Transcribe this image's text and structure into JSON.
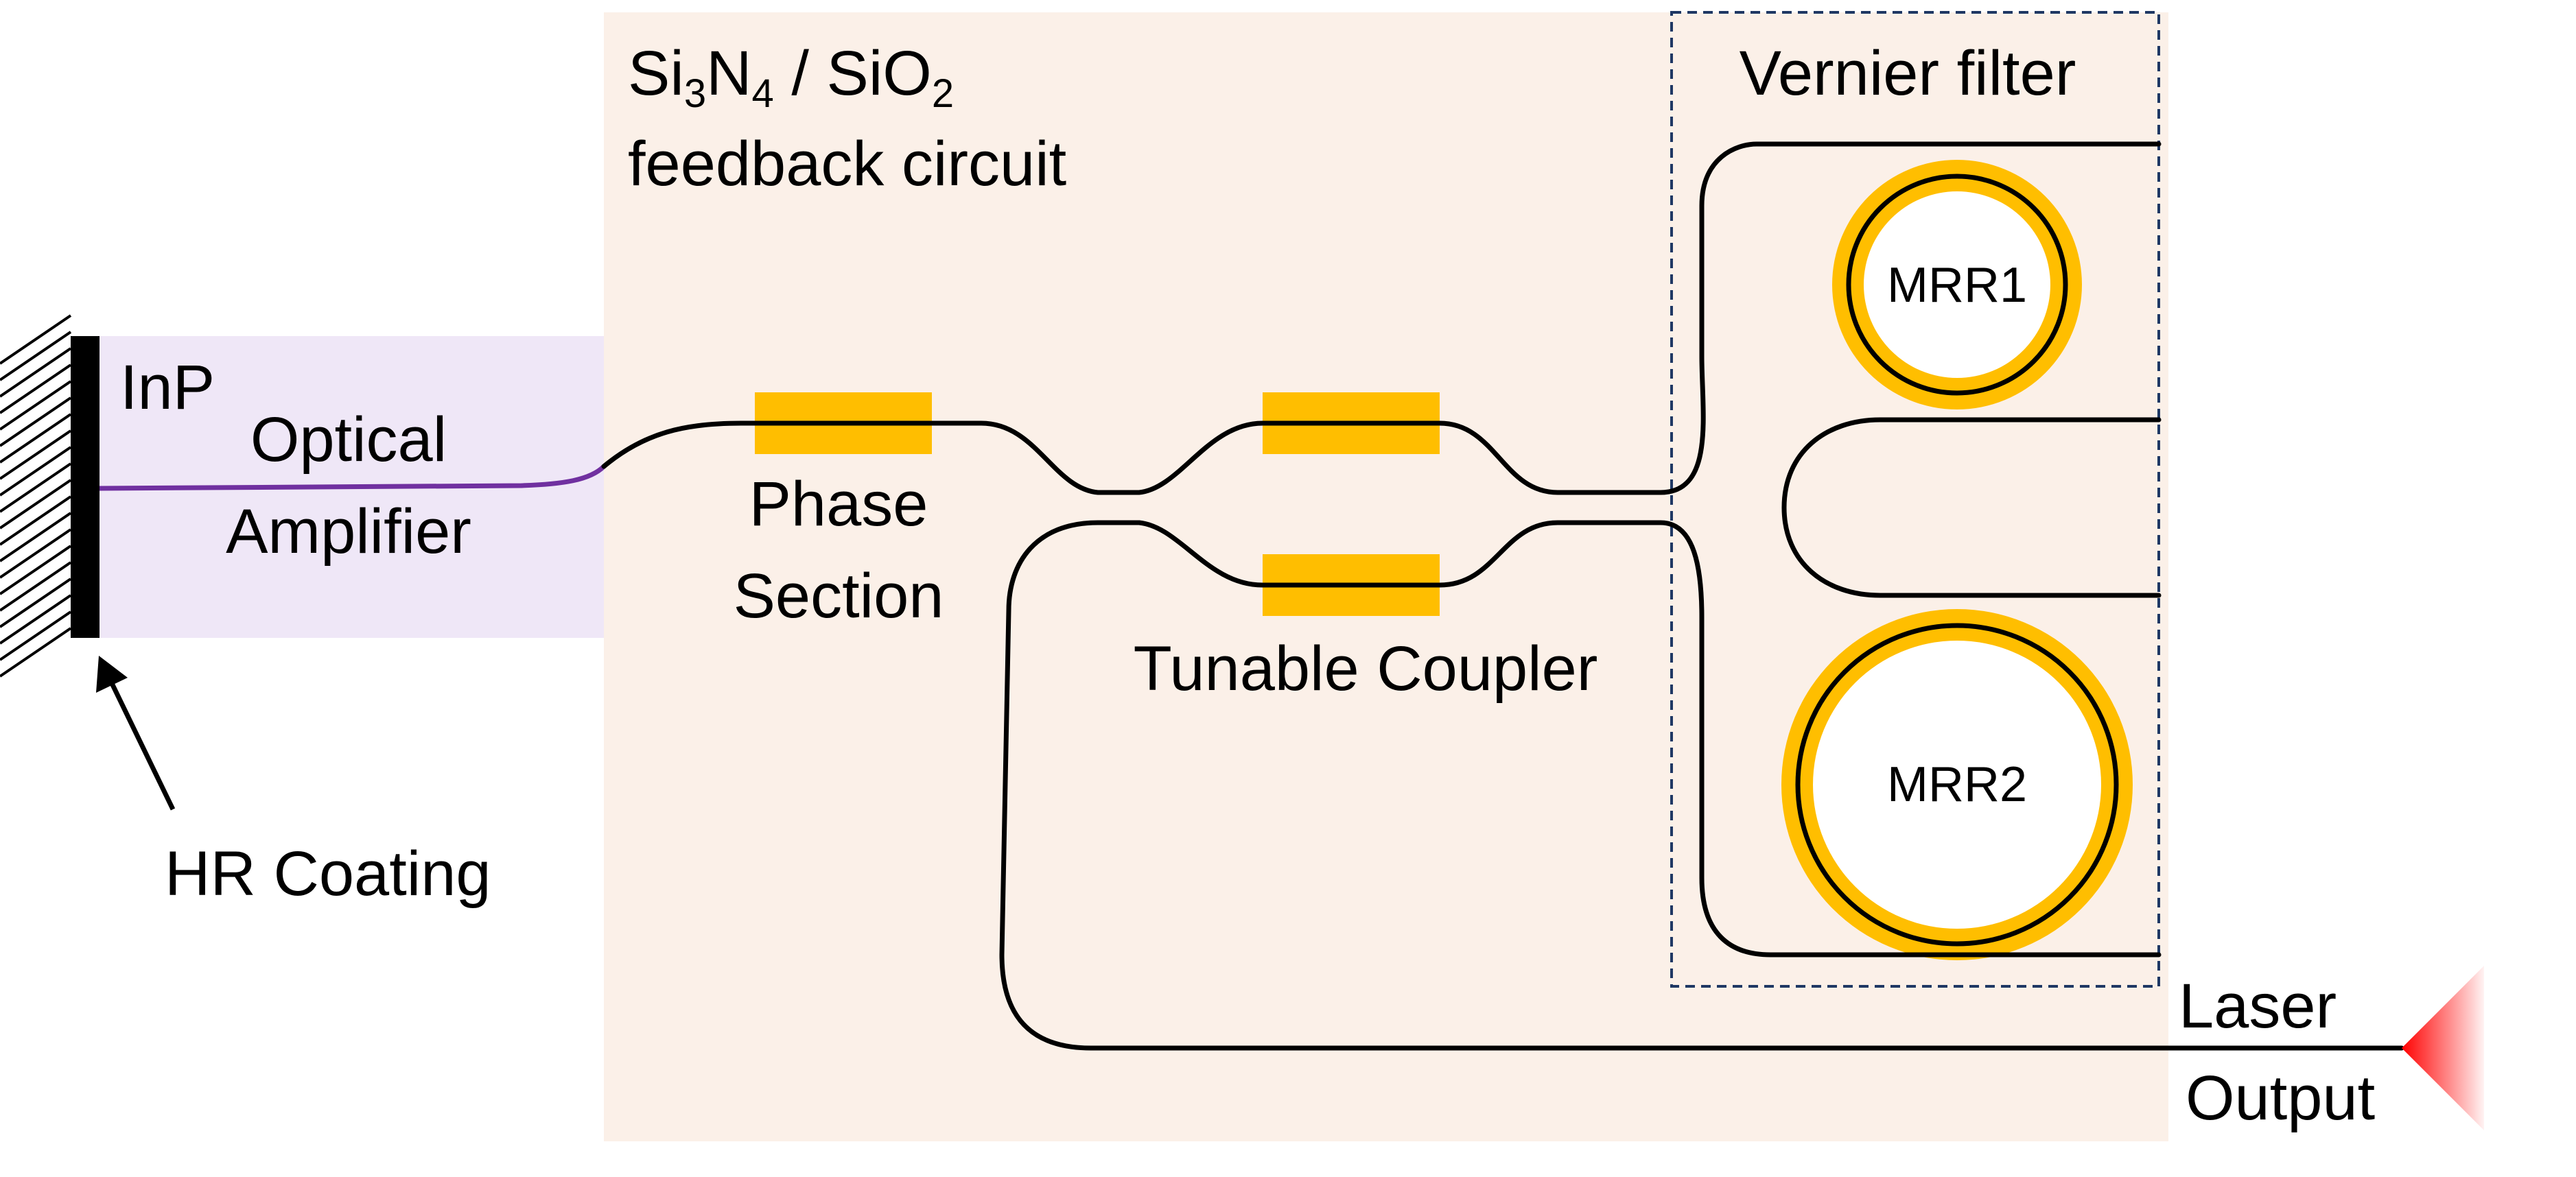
{
  "colors": {
    "inp_region": "#EFE7F7",
    "sin_region": "#FBF0E8",
    "heater": "#FFBE00",
    "ring_heater": "#FFBE00",
    "waveguide": "#000000",
    "amplifier_waveguide": "#7030A0",
    "laser_output": "#FF0000",
    "filter_box": "#1F3864"
  },
  "labels": {
    "platform_line1_a": "Si",
    "platform_line1_sub1": "3",
    "platform_line1_b": "N",
    "platform_line1_sub2": "4",
    "platform_line1_c": " / SiO",
    "platform_line1_sub3": "2",
    "platform_line2": "feedback circuit",
    "inp": "InP",
    "amp_line1": "Optical",
    "amp_line2": "Amplifier",
    "phase_line1": "Phase",
    "phase_line2": "Section",
    "tunable_coupler": "Tunable Coupler",
    "vernier_filter": "Vernier filter",
    "mrr1": "MRR1",
    "mrr2": "MRR2",
    "hr_coating": "HR Coating",
    "laser_line1": "Laser",
    "laser_line2": "Output"
  },
  "icons": {
    "hr_coating": "hatched-mirror-icon",
    "laser_output": "red-beam-cone-icon",
    "pointer": "arrow-icon"
  }
}
